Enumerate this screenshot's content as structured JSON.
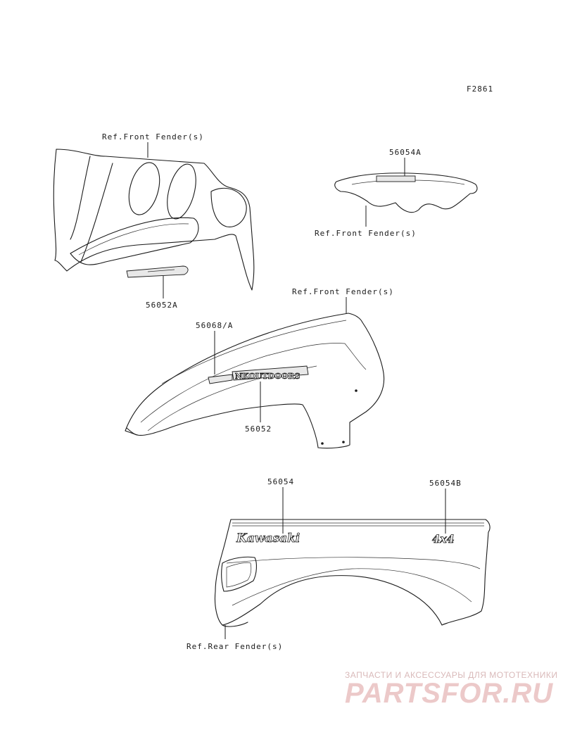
{
  "figure_code": "F2861",
  "labels": {
    "front_fender_ref_1": "Ref.Front Fender(s)",
    "part_56054A": "56054A",
    "front_fender_ref_2": "Ref.Front Fender(s)",
    "part_56052A": "56052A",
    "front_fender_ref_3": "Ref.Front Fender(s)",
    "part_56068A": "56068/A",
    "part_56052": "56052",
    "part_56054": "56054",
    "part_56054B": "56054B",
    "rear_fender_ref": "Ref.Rear Fender(s)"
  },
  "decals": {
    "outdoors": "NKOUTDOORS",
    "kawasaki": "Kawasaki",
    "four_by_four": "4x4"
  },
  "watermark": {
    "tagline": "ЗАПЧАСТИ И АКСЕССУАРЫ ДЛЯ МОТОТЕХНИКИ",
    "brand": "PARTSFOR.RU"
  },
  "colors": {
    "line": "#1a1a1a",
    "watermark": "#e0b4b4"
  }
}
